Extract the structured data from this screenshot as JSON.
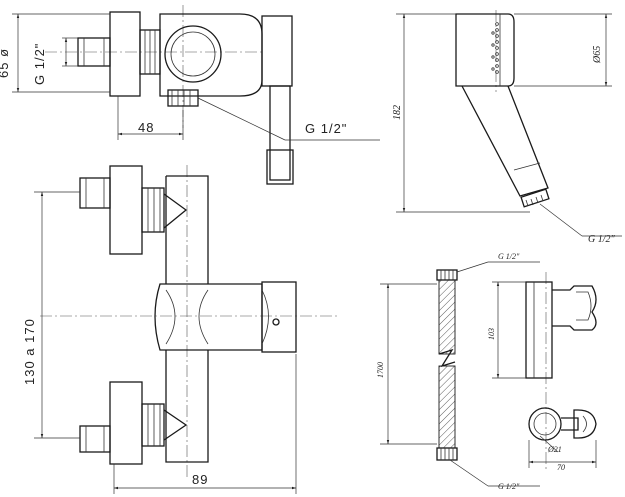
{
  "labels": {
    "side_height": "65 ø",
    "side_thread": "G 1/2\"",
    "side_width": "48",
    "outlet_thread": "G 1/2\"",
    "front_range": "130 a 170",
    "front_width": "89",
    "head_length": "182",
    "head_diameter": "Ø65",
    "head_thread": "G 1/2\"",
    "hose_top_thread": "G 1/2\"",
    "hose_length": "1700",
    "holder_length": "103",
    "holder_diameter": "Ø21",
    "holder_width": "70",
    "hose_bottom_thread": "G 1/2\""
  }
}
